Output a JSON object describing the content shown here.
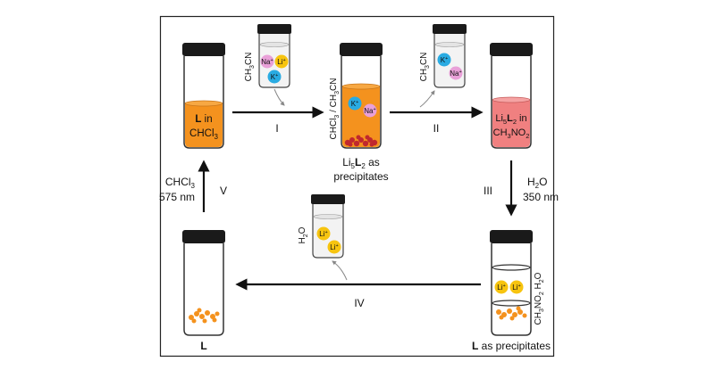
{
  "colors": {
    "orange": "#F4921E",
    "orange_dark": "#D97A10",
    "pink": "#F08080",
    "pink_light": "#FAD1D1",
    "red_precip": "#C0282E",
    "k_ion": "#29ABE2",
    "na_ion": "#E9A0D8",
    "li_ion": "#F7C40F",
    "cap": "#1A1A1A",
    "frame": "#222222"
  },
  "vials": {
    "v1": {
      "label_top": "L",
      "label_top_suffix": " in",
      "label_bottom": "CHCl",
      "label_bottom_sub": "3"
    },
    "v2": {
      "side_main": "CHCl",
      "side_sub1": "3",
      "side_mid": " / CH",
      "side_sub2": "3",
      "side_end": "CN",
      "ion_k": "K",
      "ion_na": "Na",
      "sup": "+",
      "caption_a": "Li",
      "caption_a_sub1": "5",
      "caption_a_L": "L",
      "caption_a_sub2": "2",
      "caption_a_end": " as",
      "caption_b": "precipitates"
    },
    "v3": {
      "line1_a": "Li",
      "line1_sub1": "5",
      "line1_L": "L",
      "line1_sub2": "2",
      "line1_end": " in",
      "line2_a": "CH",
      "line2_sub1": "3",
      "line2_b": "NO",
      "line2_sub2": "2"
    },
    "v4": {
      "side_a": "CH",
      "side_sub1": "3",
      "side_b": "NO",
      "side_sub2": "2",
      "side_c": " H",
      "side_sub3": "2",
      "side_d": "O",
      "ion_li": "Li",
      "sup": "+",
      "caption_L": "L",
      "caption_rest": " as precipitates"
    },
    "v5": {
      "caption": "L"
    }
  },
  "small_vials": {
    "s1": {
      "solvent_a": "CH",
      "solvent_sub": "3",
      "solvent_b": "CN",
      "ion_na": "Na",
      "ion_li": "Li",
      "ion_k": "K",
      "sup": "+"
    },
    "s2": {
      "solvent_a": "CH",
      "solvent_sub": "3",
      "solvent_b": "CN",
      "ion_k": "K",
      "ion_na": "Na",
      "sup": "+"
    },
    "s3": {
      "solvent_a": "H",
      "solvent_sub": "2",
      "solvent_b": "O",
      "ion_li": "Li",
      "sup": "+"
    }
  },
  "steps": {
    "I": "I",
    "II": "II",
    "III": "III",
    "III_cond_a": "H",
    "III_cond_sub": "2",
    "III_cond_b": "O",
    "III_cond2": "350 nm",
    "IV": "IV",
    "V": "V",
    "V_cond_a": "CHCl",
    "V_cond_sub": "3",
    "V_cond2": "575 nm"
  }
}
